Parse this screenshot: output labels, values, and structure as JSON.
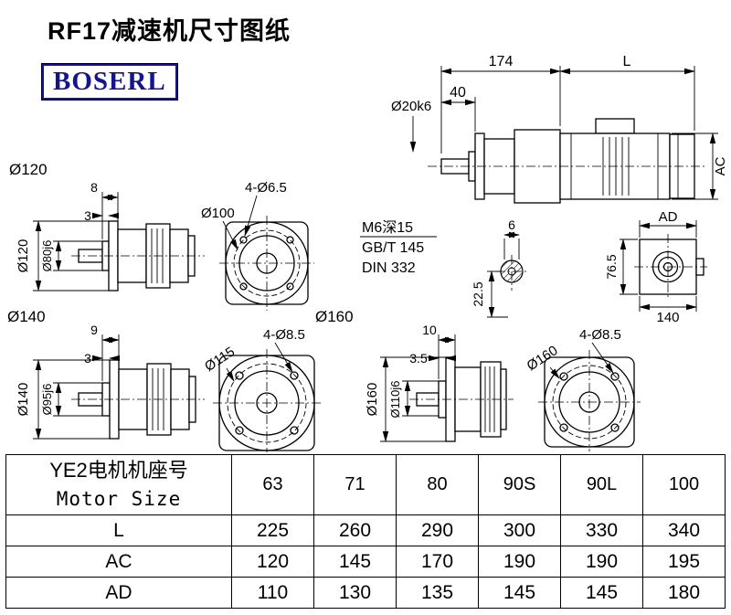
{
  "title": "RF17减速机尺寸图纸",
  "logo": "BOSERL",
  "notes": {
    "m6": "M6深15",
    "gbt": "GB/T 145",
    "din": "DIN 332"
  },
  "main": {
    "dim174": "174",
    "dimL": "L",
    "dim40": "40",
    "shaft": "Ø20k6",
    "ac": "AC",
    "ad": "AD",
    "dim6": "6",
    "dim225": "22.5",
    "dim765": "76.5",
    "dim140": "140"
  },
  "v120": {
    "label": "Ø120",
    "w1": "8",
    "w2": "3",
    "flange": "Ø120",
    "spigot": "Ø80j6",
    "holes": "4-Ø6.5",
    "bolt": "Ø100"
  },
  "v140": {
    "label": "Ø140",
    "w1": "9",
    "w2": "3",
    "flange": "Ø140",
    "spigot": "Ø95j6",
    "holes": "4-Ø8.5",
    "bolt": "Ø115"
  },
  "v160": {
    "label": "Ø160",
    "w1": "10",
    "w2": "3.5",
    "flange": "Ø160",
    "spigot": "Ø110j6",
    "holes": "4-Ø8.5",
    "outer": "Ø160"
  },
  "table": {
    "header_cn": "YE2电机机座号",
    "header_en": "Motor Size",
    "sizes": [
      "63",
      "71",
      "80",
      "90S",
      "90L",
      "100"
    ],
    "rows": [
      {
        "label": "L",
        "values": [
          "225",
          "260",
          "290",
          "300",
          "330",
          "340"
        ]
      },
      {
        "label": "AC",
        "values": [
          "120",
          "145",
          "170",
          "190",
          "190",
          "195"
        ]
      },
      {
        "label": "AD",
        "values": [
          "110",
          "130",
          "135",
          "145",
          "145",
          "180"
        ]
      }
    ]
  }
}
